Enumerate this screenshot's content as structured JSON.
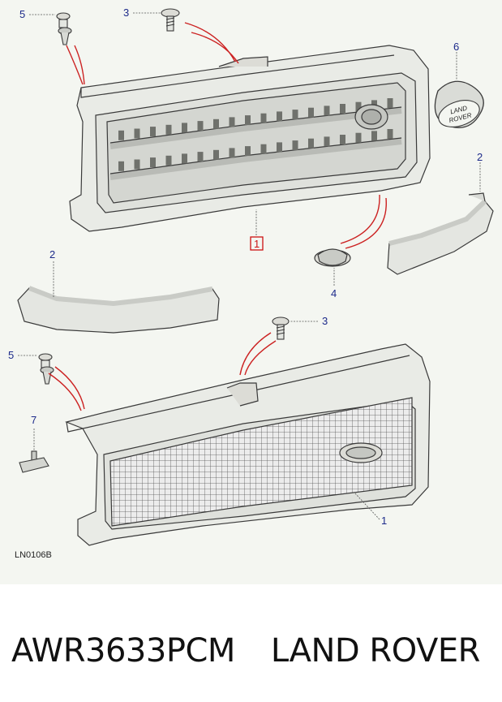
{
  "diagram": {
    "callouts": {
      "top_clip": "5",
      "top_screw": "3",
      "badge": "6",
      "right_trim": "2",
      "top_grille": "1",
      "left_trim": "2",
      "grommet": "4",
      "bottom_screw": "3",
      "bottom_clip": "5",
      "bracket": "7",
      "bottom_grille": "1"
    },
    "badge_text": [
      "LAND",
      "ROVER"
    ],
    "drawing_code": "LN0106B",
    "colors": {
      "panel": "#f4f6f1",
      "line": "#3a3a3a",
      "callout": "#1c2a8a",
      "highlight": "#cc1111"
    }
  },
  "caption": {
    "part_number": "AWR3633PCM",
    "brand": "LAND ROVER"
  }
}
